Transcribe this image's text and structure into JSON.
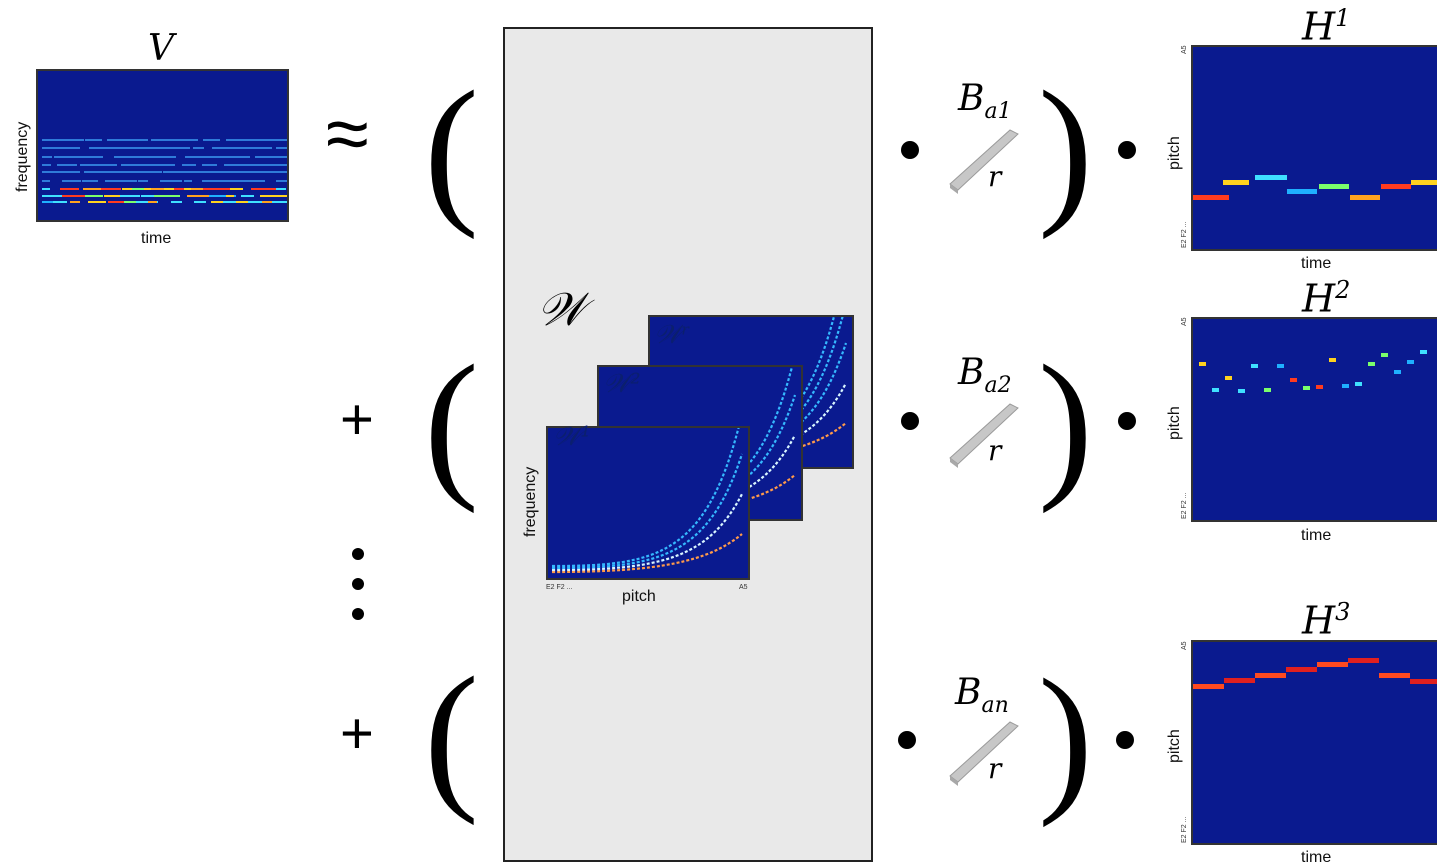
{
  "v_panel": {
    "symbol": "V",
    "ylabel": "frequency",
    "xlabel": "time"
  },
  "approx": "≈",
  "plus": "+",
  "dot": "•",
  "open_paren": "(",
  "close_paren": ")",
  "w_stack": {
    "symbol": "𝒲",
    "layers": [
      "𝒲ʳ",
      "𝒲²",
      "𝒲¹"
    ],
    "ylabel": "frequency",
    "xlabel": "pitch",
    "tick_left": "E2 F2 ...",
    "tick_right": "A5"
  },
  "rows": [
    {
      "base": "B",
      "sub": "a1",
      "rank": "r"
    },
    {
      "base": "B",
      "sub": "a2",
      "rank": "r"
    },
    {
      "base": "B",
      "sub": "an",
      "rank": "r"
    }
  ],
  "h_panels": [
    {
      "base": "H",
      "sup": "1",
      "ylabel": "pitch",
      "xlabel": "time",
      "tick_top": "A5",
      "tick_bottom": "E2 F2 ..."
    },
    {
      "base": "H",
      "sup": "2",
      "ylabel": "pitch",
      "xlabel": "time",
      "tick_top": "A5",
      "tick_bottom": "E2 F2 ..."
    },
    {
      "base": "H",
      "sup": "3",
      "ylabel": "pitch",
      "xlabel": "time",
      "tick_top": "A5",
      "tick_bottom": "E2 F2 ..."
    }
  ],
  "colors": {
    "background_box": "#e9e9e9",
    "spectrogram_bg": "#0a1a8f",
    "bar_gray": "#bdbdbd"
  }
}
